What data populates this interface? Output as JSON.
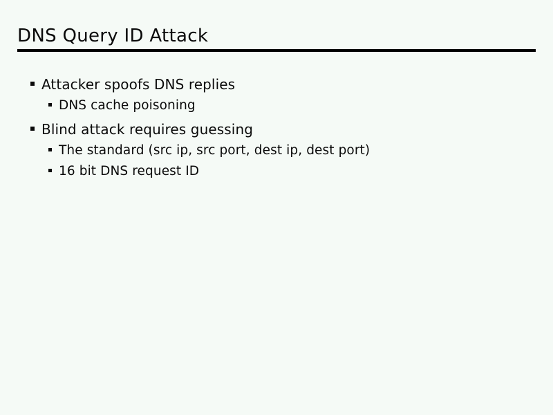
{
  "slide": {
    "title": "DNS Query ID Attack",
    "background_color": "#f5faf6",
    "text_color": "#0a0a0a",
    "rule_color": "#000000",
    "bullets": [
      {
        "level": 1,
        "marker": "square-bullet",
        "text": "Attacker spoofs DNS replies"
      },
      {
        "level": 2,
        "marker": "square-bullet",
        "text": "DNS cache poisoning"
      },
      {
        "level": 1,
        "marker": "square-bullet",
        "text": "Blind attack requires guessing"
      },
      {
        "level": 2,
        "marker": "square-bullet",
        "text": "The standard (src ip, src port, dest ip, dest port)"
      },
      {
        "level": 2,
        "marker": "square-bullet",
        "text": "16 bit DNS request ID"
      }
    ]
  }
}
